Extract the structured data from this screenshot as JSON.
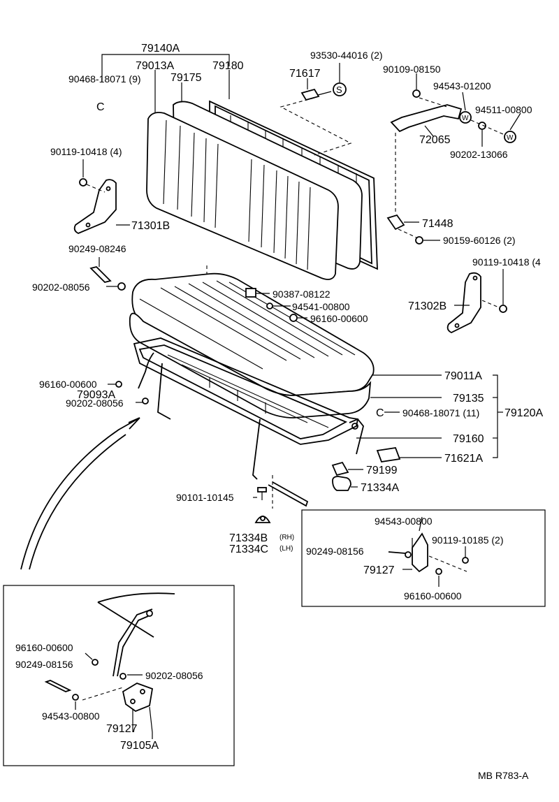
{
  "labels": {
    "p79140A": "79140A",
    "p79013A": "79013A",
    "p79175": "79175",
    "p79180": "79180",
    "p90468_9": "90468-18071 (9)",
    "p93530": "93530-44016 (2)",
    "p71617": "71617",
    "p90109": "90109-08150",
    "p94543_01200": "94543-01200",
    "p94511": "94511-00800",
    "p72065": "72065",
    "p90202_13066": "90202-13066",
    "p90119_4a": "90119-10418 (4)",
    "p71301B": "71301B",
    "p71448": "71448",
    "p90159": "90159-60126 (2)",
    "p90249_08246": "90249-08246",
    "p90202_08056a": "90202-08056",
    "p90387": "90387-08122",
    "p94541": "94541-00800",
    "p96160a": "96160-00600",
    "p90119_4b": "90119-10418 (4",
    "p71302B": "71302B",
    "p96160b": "96160-00600",
    "p79093A": "79093A",
    "p90202_08056b": "90202-08056",
    "p79011A": "79011A",
    "p79135": "79135",
    "p90468_11": "90468-18071 (11)",
    "p79120A": "79120A",
    "p79160": "79160",
    "p79199": "79199",
    "p71621A": "71621A",
    "p71334A": "71334A",
    "p90101": "90101-10145",
    "p71334B": "71334B",
    "p71334B_side": "(RH)",
    "p71334C": "71334C",
    "p71334C_side": "(LH)",
    "i1_94543": "94543-00800",
    "i1_90249": "90249-08156",
    "i1_90119": "90119-10185 (2)",
    "i1_79127": "79127",
    "i1_96160": "96160-00600",
    "i2_96160": "96160-00600",
    "i2_90249": "90249-08156",
    "i2_90202": "90202-08056",
    "i2_94543": "94543-00800",
    "i2_79127": "79127",
    "i2_79105A": "79105A",
    "clip_c1": "C",
    "clip_c2": "C",
    "washer_w1": "W",
    "washer_w2": "W",
    "clip_s": "S",
    "footer": "MB  R783-A"
  }
}
